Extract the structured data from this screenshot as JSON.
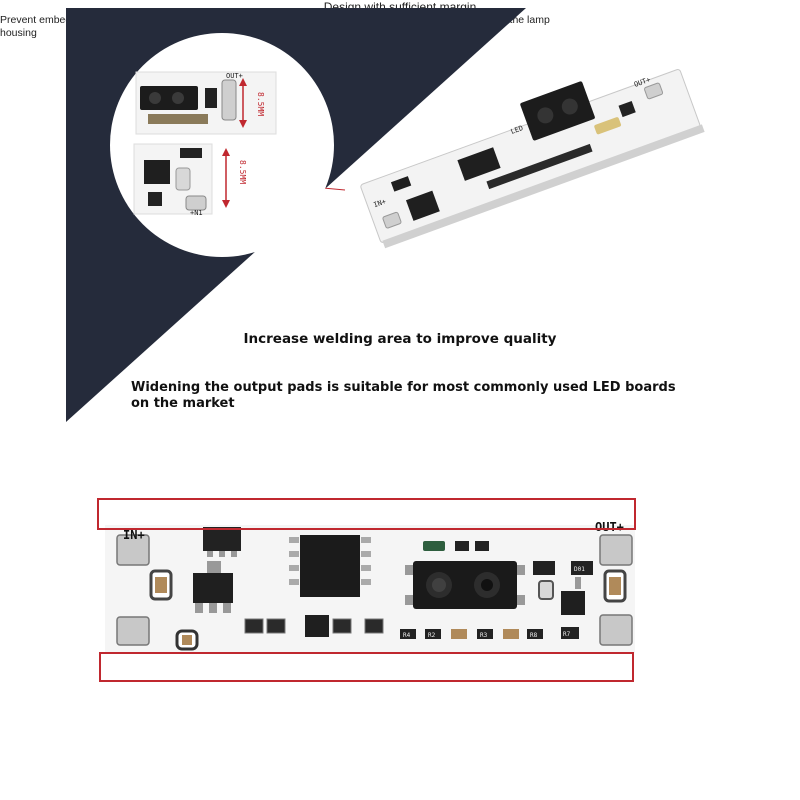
{
  "colors": {
    "dark_panel": "#252b3b",
    "pcb_white": "#f4f4f4",
    "highlight_red": "#c0282f",
    "text_dark": "#111111"
  },
  "top": {
    "heading": "Increase welding area to improve quality",
    "subheading": "Widening the output pads is suitable for most commonly used LED boards on the market",
    "zoom": {
      "label_out": "OUT+",
      "label_in": "+N1",
      "dimension_top": "8.5MM",
      "dimension_bottom": "8.5MM"
    },
    "board": {
      "label_out": "OUT+",
      "label_in": "IN+",
      "label_led": "LED"
    }
  },
  "bottom": {
    "board": {
      "label_in": "IN+",
      "label_out": "OUT+",
      "label_d01": "D01",
      "label_r4": "R4",
      "label_r2": "R2",
      "label_r3": "R3",
      "label_r7": "R7",
      "label_r8": "R8"
    },
    "caption": "Design with sufficient margin",
    "description": "Prevent embedded aluminum groove lamp housing and avoid short circuit caused by component contact with the lamp housing"
  }
}
